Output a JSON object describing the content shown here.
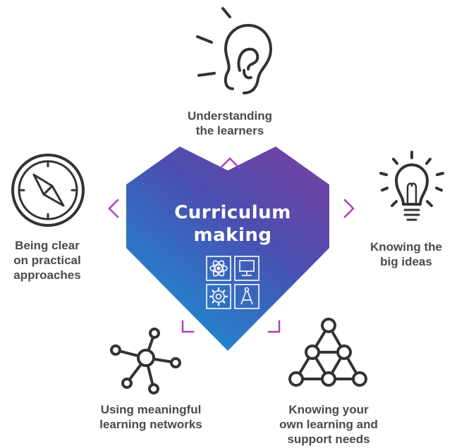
{
  "center": {
    "title_line1": "Curriculum",
    "title_line2": "making"
  },
  "labels": {
    "top": {
      "line1": "Understanding",
      "line2": "the learners"
    },
    "right": {
      "line1": "Knowing the",
      "line2": "big ideas"
    },
    "left": {
      "line1": "Being clear",
      "line2": "on practical",
      "line3": "approaches"
    },
    "bottom_left": {
      "line1": "Using meaningful",
      "line2": "learning networks"
    },
    "bottom_right": {
      "line1": "Knowing your",
      "line2": "own learning and",
      "line3": "support needs"
    }
  },
  "icons": {
    "top": "ear-icon",
    "right": "lightbulb-icon",
    "left": "compass-icon",
    "bottom_left": "network-icon",
    "bottom_right": "triangle-network-icon",
    "center_grid": [
      "atom-icon",
      "monitor-icon",
      "gear-icon",
      "drawing-compass-icon"
    ]
  },
  "colors": {
    "heart_top_right": "#7a3fa0",
    "heart_left": "#3d56b0",
    "heart_bottom": "#1e8ad0",
    "chevron": "#b23dbd",
    "icon_stroke": "#333333",
    "label_text": "#4a4a4a"
  }
}
